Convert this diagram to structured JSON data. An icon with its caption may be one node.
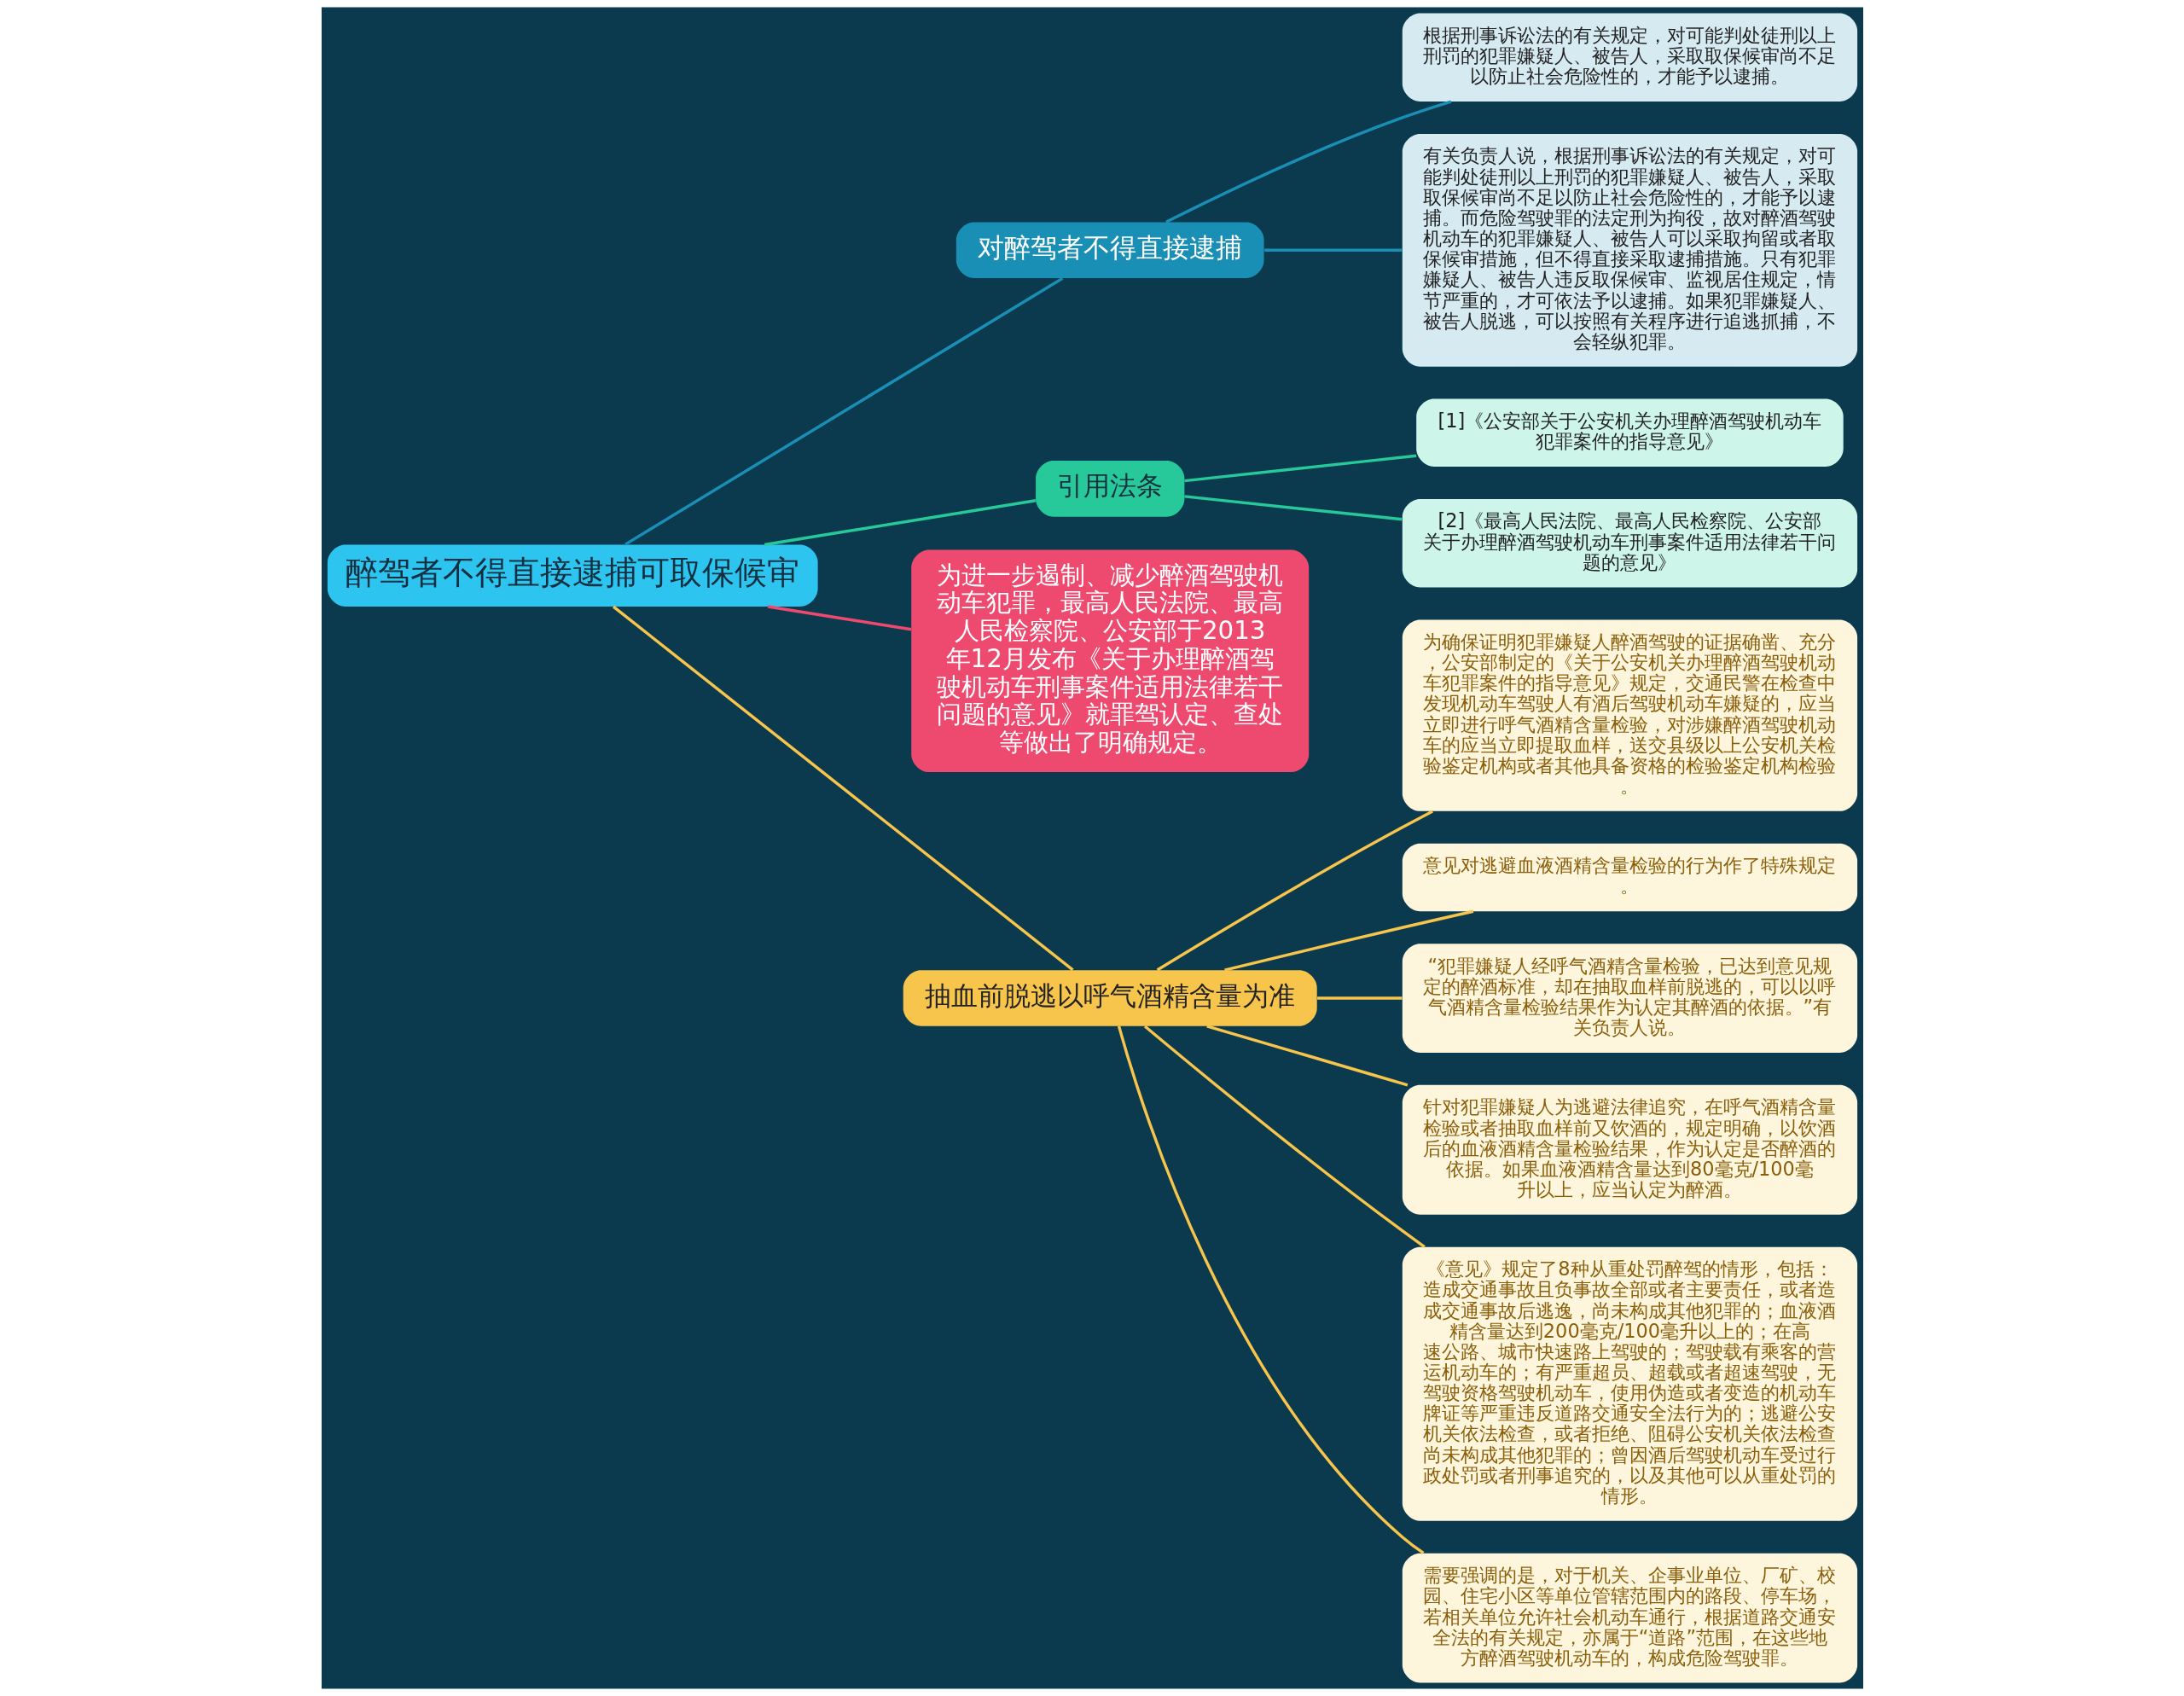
{
  "diagram": {
    "nodes": [
      {
        "text": [
          "醉驾者不得直接逮捕可取保候审"
        ]
      },
      {
        "text": [
          "对醉驾者不得直接逮捕"
        ]
      },
      {
        "text": [
          "根据刑事诉讼法的有关规定，对可能判处徒刑以上刑罚的犯罪嫌疑人、被告人，采取取保候审尚不足以防止社会危险性的，才能予以逮捕。"
        ]
      },
      {
        "text": [
          "有关负责人说，根据刑事诉讼法的有关规定，对可能判处徒刑以上刑罚的犯罪嫌疑人、被告人，采取取保候审尚不足以防止社会危险性的，才能予以逮捕。而危险驾驶罪的法定刑为拘役，故对醉酒驾驶机动车的犯罪嫌疑人、被告人可以采取拘留或者取保候审措施，但不得直接采取逮捕措施。只有犯罪嫌疑人、被告人违反取保候审、监视居住规定，情节严重的，才可依法予以逮捕。如果犯罪嫌疑人、被告人脱逃，可以按照有关程序进行追逃抓捕，不会轻纵犯罪。"
        ]
      },
      {
        "text": [
          "引用法条"
        ]
      },
      {
        "text": [
          "[1]《公安部关于公安机关办理醉酒驾驶机动车犯罪案件的指导意见》"
        ]
      },
      {
        "text": [
          "[2]《最高人民法院、最高人民检察院、公安部关于办理醉酒驾驶机动车刑事案件适用法律若干问题的意见》"
        ]
      },
      {
        "text": [
          "为进一步遏制、减少醉酒驾驶机动车犯罪，最高人民法院、最高人民检察院、公安部于2013年12月发布《关于办理醉酒驾驶机动车刑事案件适用法律若干问题的意见》就罪驾认定、查处等做出了明确规定。"
        ]
      },
      {
        "text": [
          "抽血前脱逃以呼气酒精含量为准"
        ]
      },
      {
        "text": [
          "为确保证明犯罪嫌疑人醉酒驾驶的证据确凿、充分，公安部制定的《关于公安机关办理醉酒驾驶机动车犯罪案件的指导意见》规定，交通民警在检查中发现机动车驾驶人有酒后驾驶机动车嫌疑的，应当立即进行呼气酒精含量检验，对涉嫌醉酒驾驶机动车的应当立即提取血样，送交县级以上公安机关检验鉴定机构或者其他具备资格的检验鉴定机构检验。"
        ]
      },
      {
        "text": [
          "意见对逃避血液酒精含量检验的行为作了特殊规定。"
        ]
      },
      {
        "text": [
          "“犯罪嫌疑人经呼气酒精含量检验，已达到意见规定的醉酒标准，却在抽取血样前脱逃的，可以以呼气酒精含量检验结果作为认定其醉酒的依据。”有关负责人说。"
        ]
      },
      {
        "text": [
          "针对犯罪嫌疑人为逃避法律追究，在呼气酒精含量检验或者抽取血样前又饮酒的，规定明确，以饮酒后的血液酒精含量检验结果，作为认定是否醉酒的依据。如果血液酒精含量达到80毫克/100毫升以上，应当认定为醉酒。"
        ]
      },
      {
        "text": [
          "《意见》规定了8种从重处罚醉驾的情形，包括：造成交通事故且负事故全部或者主要责任，或者造成交通事故后逃逸，尚未构成其他犯罪的；血液酒精含量达到200毫克/100毫升以上的；在高速公路、城市快速路上驾驶的；驾驶载有乘客的营运机动车的；有严重超员、超载或者超速驾驶，无驾驶资格驾驶机动车，使用伪造或者变造的机动车牌证等严重违反道路交通安全法行为的；逃避公安机关依法检查，或者拒绝、阻碍公安机关依法检查尚未构成其他犯罪的；曾因酒后驾驶机动车受过行政处罚或者刑事追究的，以及其他可以从重处罚的情形。"
        ]
      },
      {
        "text": [
          "需要强调的是，对于机关、企事业单位、厂矿、校园、住宅小区等单位管辖范围内的路段、停车场，若相关单位允许社会机动车通行，根据道路交通安全法的有关规定，亦属于“道路”范围，在这些地方醉酒驾驶机动车的，构成危险驾驶罪。"
        ]
      }
    ],
    "edges": [
      {
        "from": 0,
        "to": 1,
        "arrow": "none",
        "color": "#1a8fb5"
      },
      {
        "from": 1,
        "to": 2,
        "arrow": "none",
        "color": "#1a8fb5"
      },
      {
        "from": 1,
        "to": 3,
        "arrow": "none",
        "color": "#1a8fb5"
      },
      {
        "from": 0,
        "to": 4,
        "arrow": "none",
        "color": "#27c99a"
      },
      {
        "from": 4,
        "to": 5,
        "arrow": "none",
        "color": "#27c99a"
      },
      {
        "from": 4,
        "to": 6,
        "arrow": "none",
        "color": "#27c99a"
      },
      {
        "from": 0,
        "to": 7,
        "arrow": "none",
        "color": "#ee4a6f"
      },
      {
        "from": 0,
        "to": 8,
        "arrow": "none"
      },
      {
        "from": 8,
        "to": 9,
        "arrow": "none"
      },
      {
        "from": 8,
        "to": 10,
        "arrow": "none"
      },
      {
        "from": 8,
        "to": 11,
        "arrow": "none"
      },
      {
        "from": 8,
        "to": 12,
        "arrow": "none"
      },
      {
        "from": 8,
        "to": 13,
        "arrow": "none"
      },
      {
        "from": 8,
        "to": 14,
        "arrow": "none"
      }
    ]
  }
}
